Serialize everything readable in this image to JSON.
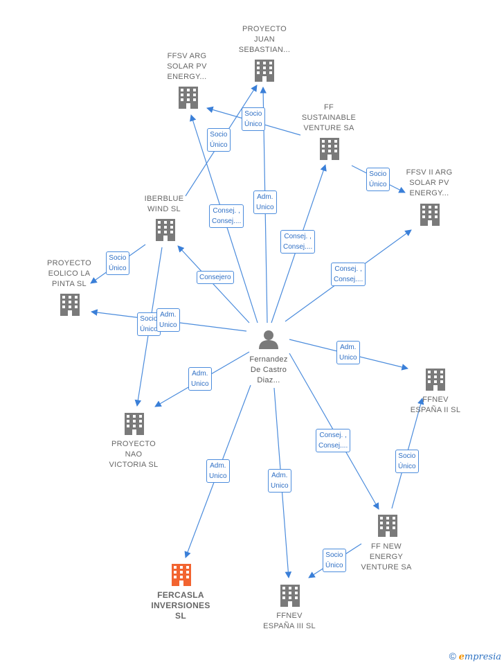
{
  "colors": {
    "edge": "#4a8bdc",
    "building": "#7a7a7a",
    "highlight": "#f26430",
    "person": "#7a7a7a"
  },
  "center": {
    "icon": "person-icon",
    "label": "Fernandez\nDe Castro\nDiaz..."
  },
  "companies": [
    {
      "id": "juan",
      "label": "PROYECTO\nJUAN\nSEBASTIAN...",
      "highlight": false
    },
    {
      "id": "ffsvarg",
      "label": "FFSV ARG\nSOLAR PV\nENERGY...",
      "highlight": false
    },
    {
      "id": "ffsust",
      "label": "FF\nSUSTAINABLE\nVENTURE SA",
      "highlight": false
    },
    {
      "id": "ffsv2",
      "label": "FFSV II ARG\nSOLAR PV\nENERGY...",
      "highlight": false
    },
    {
      "id": "iberblue",
      "label": "IBERBLUE\nWIND  SL",
      "highlight": false
    },
    {
      "id": "pinta",
      "label": "PROYECTO\nEOLICO LA\nPINTA  SL",
      "highlight": false
    },
    {
      "id": "nao",
      "label": "PROYECTO\nNAO\nVICTORIA  SL",
      "highlight": false
    },
    {
      "id": "ffnev2",
      "label": "FFNEV\nESPAÑA II  SL",
      "highlight": false
    },
    {
      "id": "ffnew",
      "label": "FF NEW\nENERGY\nVENTURE SA",
      "highlight": false
    },
    {
      "id": "fercasla",
      "label": "FERCASLA\nINVERSIONES\nSL",
      "highlight": true
    },
    {
      "id": "ffnev3",
      "label": "FFNEV\nESPAÑA III  SL",
      "highlight": false
    }
  ],
  "relations": [
    {
      "id": "r1",
      "from": "ffsust",
      "to": "ffsvarg",
      "label": "Socio\nÚnico"
    },
    {
      "id": "r2",
      "from": "iberblue",
      "to": "juan",
      "label": "Socio\nÚnico"
    },
    {
      "id": "r3",
      "from": "center",
      "to": "ffsvarg",
      "label": "Consej. ,\nConsej...."
    },
    {
      "id": "r4",
      "from": "center",
      "to": "juan",
      "label": "Adm.\nUnico"
    },
    {
      "id": "r5",
      "from": "ffsust",
      "to": "ffsv2",
      "label": "Socio\nÚnico"
    },
    {
      "id": "r6",
      "from": "center",
      "to": "ffsust",
      "label": "Consej. ,\nConsej...."
    },
    {
      "id": "r7",
      "from": "center",
      "to": "ffsv2",
      "label": "Consej. ,\nConsej...."
    },
    {
      "id": "r8",
      "from": "center",
      "to": "iberblue",
      "label": "Consejero"
    },
    {
      "id": "r9",
      "from": "iberblue",
      "to": "pinta",
      "label": "Socio\nÚnico"
    },
    {
      "id": "r10",
      "from": "iberblue",
      "to": "nao",
      "label": "Socio\nÚnico"
    },
    {
      "id": "r11",
      "from": "center",
      "to": "pinta",
      "label": "Adm.\nUnico"
    },
    {
      "id": "r12",
      "from": "center",
      "to": "ffnev2",
      "label": "Adm.\nUnico"
    },
    {
      "id": "r13",
      "from": "center",
      "to": "nao",
      "label": "Adm.\nUnico"
    },
    {
      "id": "r14",
      "from": "center",
      "to": "ffnew",
      "label": "Consej. ,\nConsej...."
    },
    {
      "id": "r15",
      "from": "ffnew",
      "to": "ffnev2",
      "label": "Socio\nÚnico"
    },
    {
      "id": "r16",
      "from": "center",
      "to": "fercasla",
      "label": "Adm.\nUnico"
    },
    {
      "id": "r17",
      "from": "center",
      "to": "ffnev3",
      "label": "Adm.\nUnico"
    },
    {
      "id": "r18",
      "from": "ffnew",
      "to": "ffnev3",
      "label": "Socio\nÚnico"
    }
  ],
  "footer": {
    "symbol": "©",
    "brand_initial": "e",
    "brand_rest": "mpresia"
  }
}
